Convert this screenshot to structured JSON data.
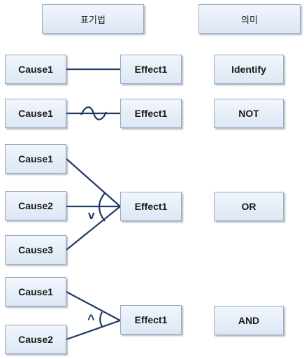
{
  "headers": {
    "notation": "표기법",
    "meaning": "의미"
  },
  "rows": [
    {
      "causes": [
        "Cause1"
      ],
      "effect": "Effect1",
      "meaning": "Identify"
    },
    {
      "causes": [
        "Cause1"
      ],
      "effect": "Effect1",
      "meaning": "NOT"
    },
    {
      "causes": [
        "Cause1",
        "Cause2",
        "Cause3"
      ],
      "effect": "Effect1",
      "meaning": "OR"
    },
    {
      "causes": [
        "Cause1",
        "Cause2"
      ],
      "effect": "Effect1",
      "meaning": "AND"
    }
  ],
  "symbols": {
    "or": "v",
    "and": "^"
  },
  "colors": {
    "line": "#1f3a63",
    "box_border": "#97abc4"
  }
}
